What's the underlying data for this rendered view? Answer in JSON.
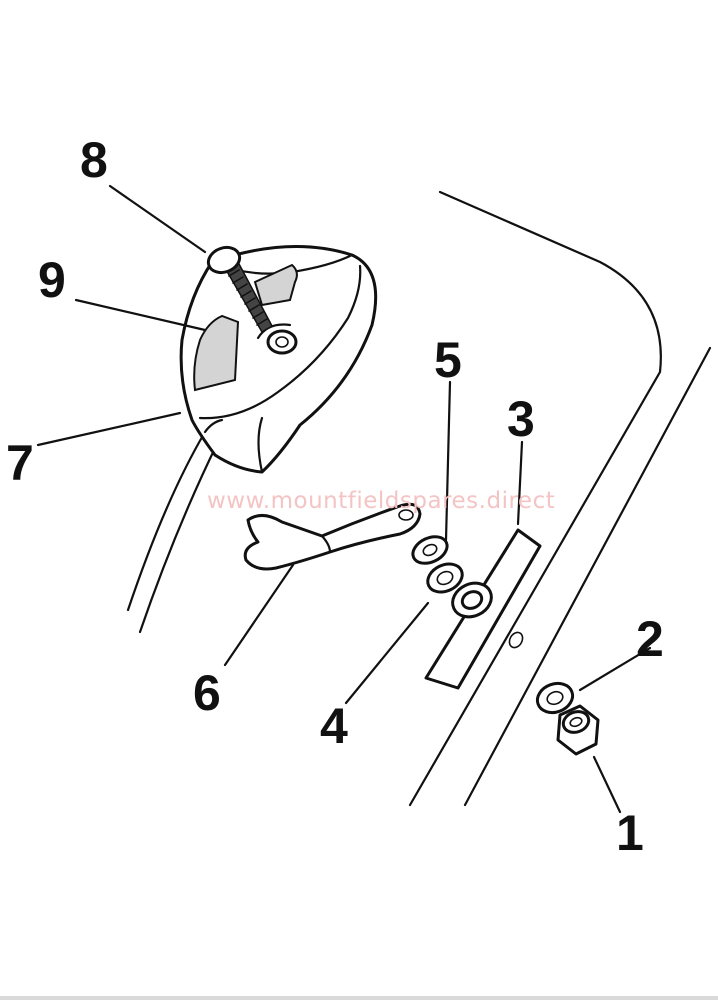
{
  "diagram": {
    "watermark": "www.mountfieldspares.direct",
    "callouts": [
      {
        "id": "1",
        "text": "1"
      },
      {
        "id": "2",
        "text": "2"
      },
      {
        "id": "3",
        "text": "3"
      },
      {
        "id": "4",
        "text": "4"
      },
      {
        "id": "5",
        "text": "5"
      },
      {
        "id": "6",
        "text": "6"
      },
      {
        "id": "7",
        "text": "7"
      },
      {
        "id": "8",
        "text": "8"
      },
      {
        "id": "9",
        "text": "9"
      }
    ]
  }
}
